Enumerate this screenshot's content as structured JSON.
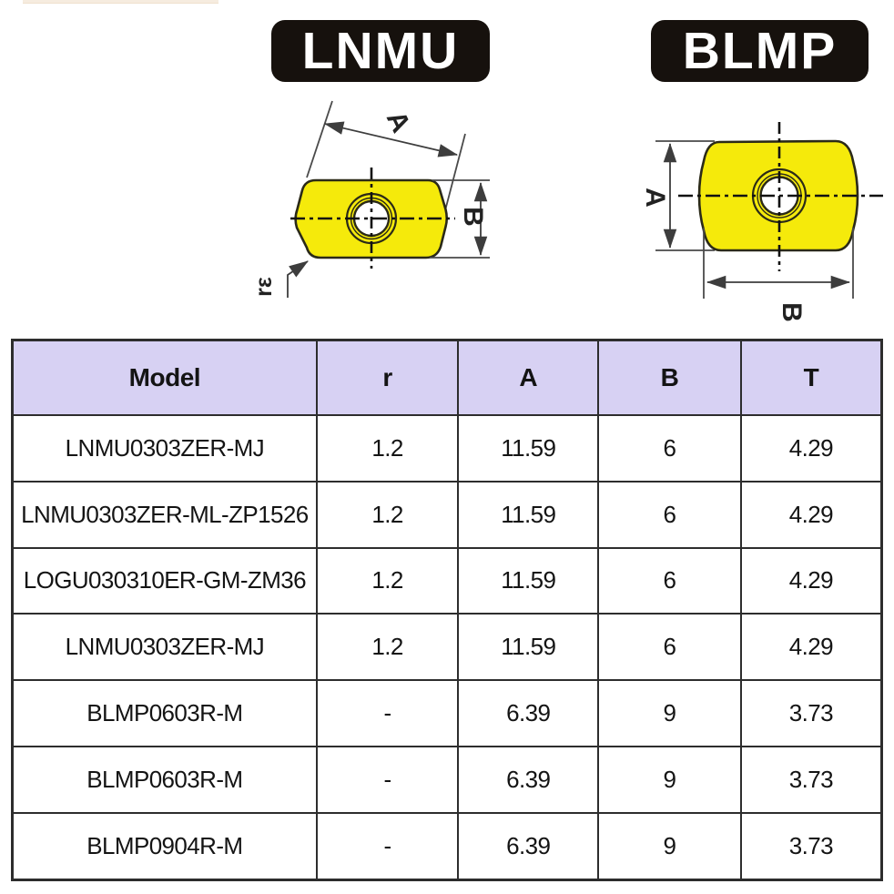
{
  "badges": {
    "left_label": "LNMU",
    "right_label": "BLMP"
  },
  "diagrams": {
    "lnmu": {
      "dim_a_label": "A",
      "dim_b_label": "B",
      "radius_label": "rε"
    },
    "blmp": {
      "dim_a_label": "A",
      "dim_b_label": "B"
    },
    "insert_color": "#f5ea0b",
    "outline_color": "#2b2a18",
    "dim_line_color": "#3d3d3d"
  },
  "table": {
    "header_bg": "#d7d1f3",
    "border_color": "#2d2d2d",
    "headers": [
      "Model",
      "r",
      "A",
      "B",
      "T"
    ],
    "rows": [
      [
        "LNMU0303ZER-MJ",
        "1.2",
        "11.59",
        "6",
        "4.29"
      ],
      [
        "LNMU0303ZER-ML-ZP1526",
        "1.2",
        "11.59",
        "6",
        "4.29"
      ],
      [
        "LOGU030310ER-GM-ZM36",
        "1.2",
        "11.59",
        "6",
        "4.29"
      ],
      [
        "LNMU0303ZER-MJ",
        "1.2",
        "11.59",
        "6",
        "4.29"
      ],
      [
        "BLMP0603R-M",
        "-",
        "6.39",
        "9",
        "3.73"
      ],
      [
        "BLMP0603R-M",
        "-",
        "6.39",
        "9",
        "3.73"
      ],
      [
        "BLMP0904R-M",
        "-",
        "6.39",
        "9",
        "3.73"
      ]
    ]
  }
}
